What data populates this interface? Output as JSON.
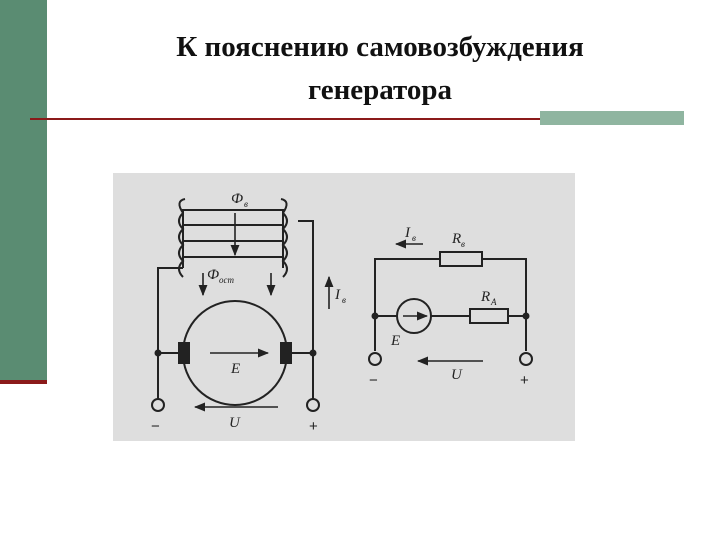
{
  "slide": {
    "title_line1": "К пояснению самовозбуждения",
    "title_line2": "генератора"
  },
  "left_diagram": {
    "flux_main": "Ф",
    "flux_main_sub": "в",
    "flux_residual": "Ф",
    "flux_residual_sub": "ост",
    "current": "I",
    "current_sub": "в",
    "emf": "E",
    "voltage": "U",
    "minus": "−",
    "plus": "+"
  },
  "right_diagram": {
    "current": "I",
    "current_sub": "в",
    "field_resistor": "R",
    "field_resistor_sub": "в",
    "armature_resistor": "R",
    "armature_resistor_sub": "A",
    "emf": "E",
    "voltage": "U",
    "minus": "−",
    "plus": "+"
  },
  "colors": {
    "sidebar": "#5a8c72",
    "accent": "#8fb5a0",
    "rule": "#8b1a1a",
    "figure_bg": "#dedede"
  }
}
